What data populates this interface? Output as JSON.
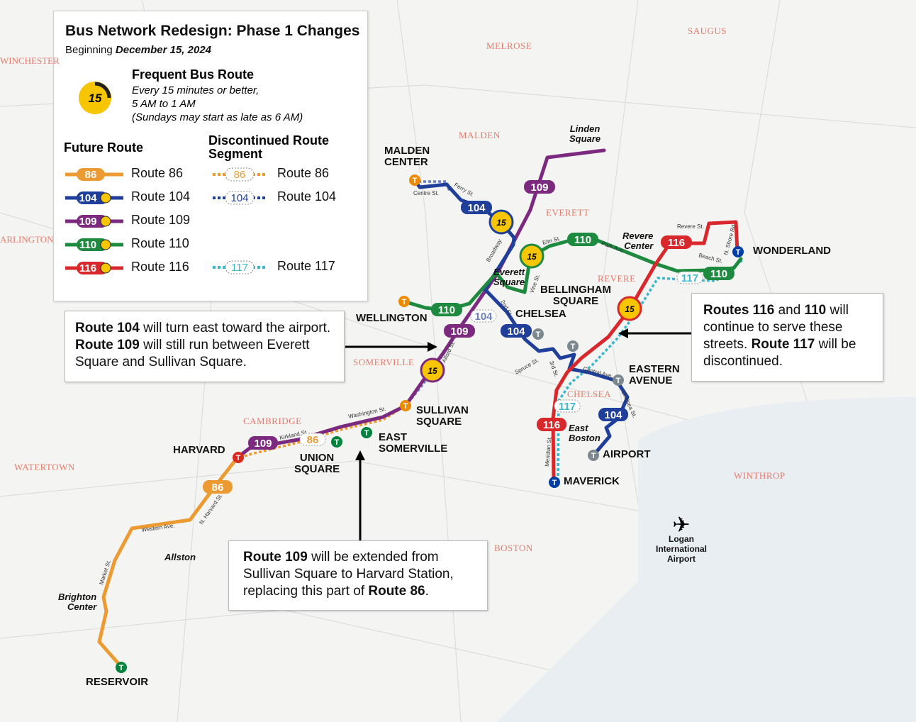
{
  "legend": {
    "title": "Bus Network Redesign: Phase 1 Changes",
    "beginning_label": "Beginning",
    "beginning_date": "December 15, 2024",
    "frequent_title": "Frequent Bus Route",
    "frequent_line1": "Every 15 minutes or better,",
    "frequent_line2": "5 AM to 1 AM",
    "frequent_line3": "(Sundays may start as late as 6 AM)",
    "frequent_badge": "15",
    "future_header": "Future Route",
    "discontinued_header_1": "Discontinued Route",
    "discontinued_header_2": "Segment",
    "future_routes": [
      {
        "num": "86",
        "label": "Route 86",
        "color": "#ec9a32"
      },
      {
        "num": "104",
        "label": "Route 104",
        "color": "#1f3f9a"
      },
      {
        "num": "109",
        "label": "Route 109",
        "color": "#7b2a7f"
      },
      {
        "num": "110",
        "label": "Route 110",
        "color": "#1d8a3f"
      },
      {
        "num": "116",
        "label": "Route 116",
        "color": "#d9282b"
      }
    ],
    "discontinued_routes": [
      {
        "num": "86",
        "label": "Route 86",
        "color": "#ec9a32"
      },
      {
        "num": "104",
        "label": "Route 104",
        "color": "#1f3f9a"
      },
      {
        "num": "117",
        "label": "Route 117",
        "color": "#3cb8cc"
      }
    ]
  },
  "callouts": {
    "c104": {
      "b1": "Route 104",
      "t1": " will turn east toward the airport. ",
      "b2": "Route 109",
      "t2": " will still run between Everett Square and Sullivan Square."
    },
    "c116": {
      "b1": "Routes 116",
      "t1": " and ",
      "b2": "110",
      "t2": " will continue to serve these streets. ",
      "b3": "Route 117",
      "t3": " will be discontinued."
    },
    "c109": {
      "b1": "Route 109",
      "t1": " will be extended from Sullivan Square to Harvard Station, replacing this part of ",
      "b2": "Route 86",
      "t2": "."
    }
  },
  "map": {
    "towns": [
      "MELROSE",
      "SAUGUS",
      "MALDEN",
      "EVERETT",
      "REVERE",
      "SOMERVILLE",
      "CAMBRIDGE",
      "CHELSEA",
      "WATERTOWN",
      "WINTHROP",
      "BOSTON",
      "WINCHESTER",
      "ARLINGTON"
    ],
    "stations": [
      "MALDEN CENTER",
      "WELLINGTON",
      "SULLIVAN SQUARE",
      "EAST SOMERVILLE",
      "UNION SQUARE",
      "HARVARD",
      "RESERVOIR",
      "CHELSEA",
      "BELLINGHAM SQUARE",
      "EASTERN AVENUE",
      "AIRPORT",
      "MAVERICK",
      "WONDERLAND"
    ],
    "places": [
      "Linden Square",
      "Everett Square",
      "Revere Center",
      "East Boston",
      "Allston",
      "Brighton Center"
    ],
    "airport": "Logan International Airport",
    "streets": [
      "Centre St.",
      "Ferry St.",
      "Broadway",
      "Elm St.",
      "Park Ave.",
      "Revere St.",
      "N. Shore Rd",
      "Beach St.",
      "Vine St.",
      "2nd St.",
      "Spruce St.",
      "3rd St.",
      "Central Ave.",
      "Chelsea St.",
      "Meridian St.",
      "Washington St.",
      "Kirkland St.",
      "Alford St.",
      "N. Harvard St.",
      "Western Ave.",
      "Market St."
    ],
    "badges": {
      "r86": "86",
      "r104": "104",
      "r109": "109",
      "r110": "110",
      "r116": "116",
      "r117": "117",
      "freq": "15"
    }
  }
}
